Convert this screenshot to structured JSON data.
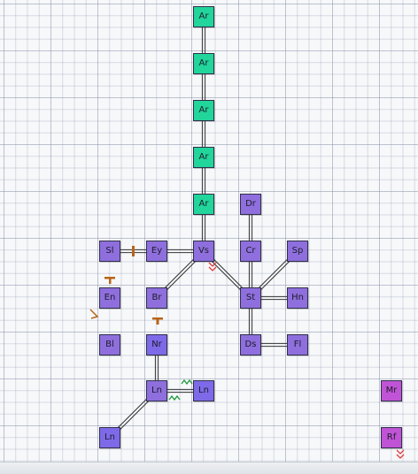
{
  "diagram": {
    "nodes": [
      {
        "id": "ar1",
        "label": "Ar",
        "color": "green"
      },
      {
        "id": "ar2",
        "label": "Ar",
        "color": "green"
      },
      {
        "id": "ar3",
        "label": "Ar",
        "color": "green"
      },
      {
        "id": "ar4",
        "label": "Ar",
        "color": "green"
      },
      {
        "id": "ar5",
        "label": "Ar",
        "color": "green"
      },
      {
        "id": "dr",
        "label": "Dr",
        "color": "purple"
      },
      {
        "id": "sl",
        "label": "Sl",
        "color": "purple"
      },
      {
        "id": "ey",
        "label": "Ey",
        "color": "purple"
      },
      {
        "id": "vs",
        "label": "Vs",
        "color": "purple"
      },
      {
        "id": "cr",
        "label": "Cr",
        "color": "purple"
      },
      {
        "id": "sp",
        "label": "Sp",
        "color": "purple"
      },
      {
        "id": "en",
        "label": "En",
        "color": "purple"
      },
      {
        "id": "br",
        "label": "Br",
        "color": "purple"
      },
      {
        "id": "st",
        "label": "St",
        "color": "purple"
      },
      {
        "id": "hn",
        "label": "Hn",
        "color": "purple"
      },
      {
        "id": "bl",
        "label": "Bl",
        "color": "purple"
      },
      {
        "id": "nr",
        "label": "Nr",
        "color": "blue"
      },
      {
        "id": "ds",
        "label": "Ds",
        "color": "purple"
      },
      {
        "id": "fl",
        "label": "Fl",
        "color": "purple"
      },
      {
        "id": "ln1",
        "label": "Ln",
        "color": "purple"
      },
      {
        "id": "ln2",
        "label": "Ln",
        "color": "blue"
      },
      {
        "id": "mr",
        "label": "Mr",
        "color": "magenta"
      },
      {
        "id": "ln3",
        "label": "Ln",
        "color": "blue"
      },
      {
        "id": "rf",
        "label": "Rf",
        "color": "magenta"
      }
    ],
    "links": [
      {
        "from": "ar1",
        "to": "ar2",
        "style": "double"
      },
      {
        "from": "ar2",
        "to": "ar3",
        "style": "double"
      },
      {
        "from": "ar3",
        "to": "ar4",
        "style": "double"
      },
      {
        "from": "ar4",
        "to": "ar5",
        "style": "double"
      },
      {
        "from": "ar5",
        "to": "vs",
        "style": "double"
      },
      {
        "from": "sl",
        "to": "ey",
        "style": "double"
      },
      {
        "from": "ey",
        "to": "vs",
        "style": "double"
      },
      {
        "from": "vs",
        "to": "br",
        "style": "double"
      },
      {
        "from": "vs",
        "to": "st",
        "style": "double"
      },
      {
        "from": "dr",
        "to": "cr",
        "style": "double"
      },
      {
        "from": "cr",
        "to": "st",
        "style": "double"
      },
      {
        "from": "sp",
        "to": "st",
        "style": "double"
      },
      {
        "from": "st",
        "to": "hn",
        "style": "double"
      },
      {
        "from": "st",
        "to": "ds",
        "style": "double"
      },
      {
        "from": "ds",
        "to": "fl",
        "style": "double"
      },
      {
        "from": "nr",
        "to": "ln1",
        "style": "double"
      },
      {
        "from": "ln1",
        "to": "ln2",
        "style": "double"
      },
      {
        "from": "ln1",
        "to": "ln3",
        "style": "double"
      }
    ],
    "markers": [
      {
        "type": "bar",
        "link": "sl-ey"
      },
      {
        "type": "tbar",
        "node": "en"
      },
      {
        "type": "angle",
        "node": "en"
      },
      {
        "type": "tbar",
        "node": "nr"
      },
      {
        "type": "arrows",
        "node": "vs"
      },
      {
        "type": "wave",
        "node": "ln1"
      },
      {
        "type": "arrows",
        "node": "rf"
      }
    ],
    "colors": {
      "green": "#21d59b",
      "purple": "#8f6fdd",
      "blue": "#7e6ae8",
      "magenta": "#c154d6",
      "link": "#333333",
      "marker-brown": "#b8651a",
      "marker-red": "#e23a3a",
      "marker-green": "#1f9a3a"
    }
  }
}
